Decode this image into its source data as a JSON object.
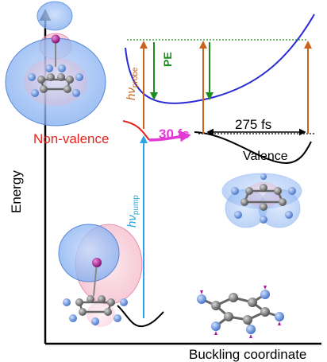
{
  "labels": {
    "energy": "Energy",
    "buckling": "Buckling coordinate",
    "non_valence": "Non-valence",
    "valence": "Valence",
    "delay_30": "30 fs",
    "delay_275": "275 fs",
    "pe": "PE",
    "hv_probe_main": "hν",
    "hv_probe_sub": "probe",
    "hv_pump_main": "hν",
    "hv_pump_sub": "pump"
  },
  "colors": {
    "axis": "#000000",
    "upper_curve": "#2b2bd6",
    "non_valence": "#e8231e",
    "delay_arrow": "#e33ad6",
    "probe": "#c8641e",
    "pe": "#1e8c1e",
    "pump": "#2aa6e6",
    "orbital_blue": "#6fa3ee",
    "orbital_pink": "#ee8fa8",
    "atom_c": "#707070",
    "atom_f": "#6e9be0",
    "atom_i": "#b0179c"
  }
}
